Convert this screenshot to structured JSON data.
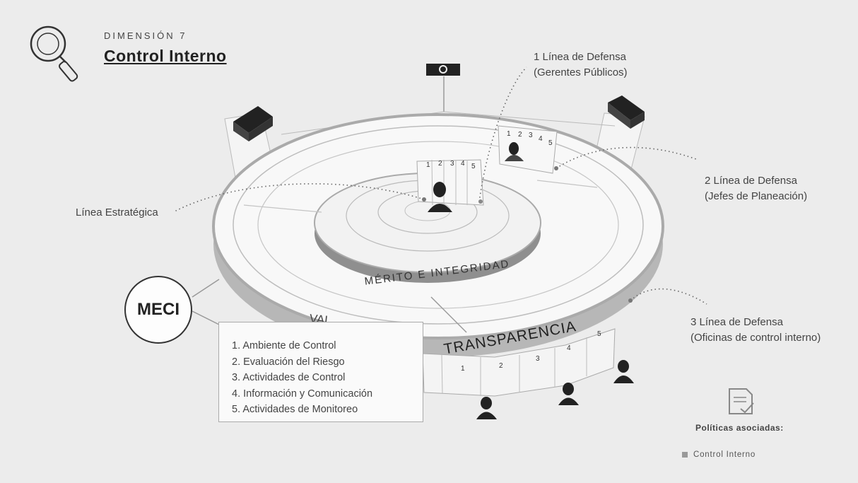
{
  "header": {
    "dimension": "DIMENSIÓN 7",
    "title": "Control Interno"
  },
  "defense_lines": {
    "line1": {
      "title": "1 Línea de Defensa",
      "subtitle": "(Gerentes Públicos)"
    },
    "line2": {
      "title": "2 Línea de Defensa",
      "subtitle": "(Jefes de Planeación)"
    },
    "line3": {
      "title": "3 Línea de Defensa",
      "subtitle": "(Oficinas de control interno)"
    },
    "strategic": "Línea Estratégica"
  },
  "meci": "MECI",
  "ring_labels": {
    "inner": "MÉRITO E INTEGRIDAD",
    "outer": "TRANSPARENCIA",
    "outer_partial": "VAL"
  },
  "components": [
    "1. Ambiente de Control",
    "2. Evaluación del Riesgo",
    "3. Actividades de Control",
    "4. Información y Comunicación",
    "5. Actividades de Monitoreo"
  ],
  "panel_numbers": [
    "1",
    "2",
    "3",
    "4",
    "5"
  ],
  "policies": {
    "title": "Políticas asociadas:",
    "items": [
      "Control Interno"
    ]
  },
  "colors": {
    "background": "#ececec",
    "ring": "#c4c4c4",
    "ring_dark": "#9a9a9a",
    "figure": "#222222"
  },
  "icons": [
    "magnifier-icon",
    "camera-icon",
    "briefcase-icon",
    "person-icon",
    "document-check-icon"
  ]
}
